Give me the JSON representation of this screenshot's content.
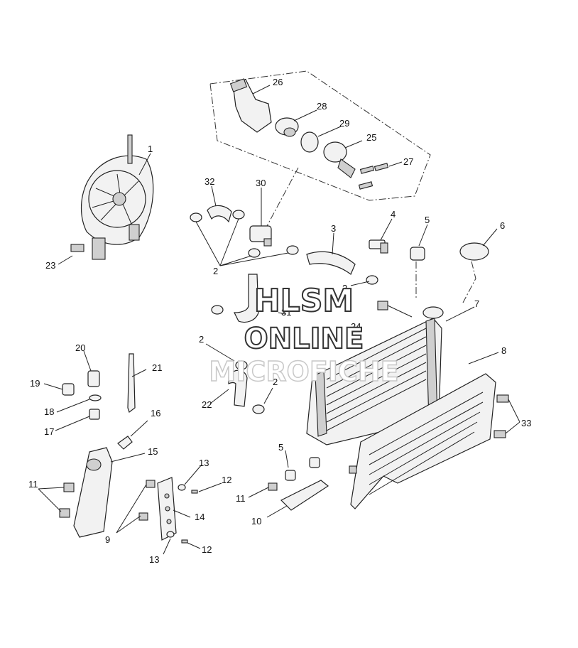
{
  "callouts": [
    {
      "id": "1",
      "text": "1"
    },
    {
      "id": "2a",
      "text": "2"
    },
    {
      "id": "2b",
      "text": "2"
    },
    {
      "id": "2c",
      "text": "2"
    },
    {
      "id": "2d",
      "text": "2"
    },
    {
      "id": "3",
      "text": "3"
    },
    {
      "id": "4",
      "text": "4"
    },
    {
      "id": "5a",
      "text": "5"
    },
    {
      "id": "5b",
      "text": "5"
    },
    {
      "id": "6",
      "text": "6"
    },
    {
      "id": "7",
      "text": "7"
    },
    {
      "id": "8",
      "text": "8"
    },
    {
      "id": "9",
      "text": "9"
    },
    {
      "id": "10",
      "text": "10"
    },
    {
      "id": "11a",
      "text": "11"
    },
    {
      "id": "11b",
      "text": "11"
    },
    {
      "id": "12a",
      "text": "12"
    },
    {
      "id": "12b",
      "text": "12"
    },
    {
      "id": "13a",
      "text": "13"
    },
    {
      "id": "13b",
      "text": "13"
    },
    {
      "id": "14",
      "text": "14"
    },
    {
      "id": "15",
      "text": "15"
    },
    {
      "id": "16",
      "text": "16"
    },
    {
      "id": "17",
      "text": "17"
    },
    {
      "id": "18",
      "text": "18"
    },
    {
      "id": "19",
      "text": "19"
    },
    {
      "id": "20",
      "text": "20"
    },
    {
      "id": "21",
      "text": "21"
    },
    {
      "id": "22",
      "text": "22"
    },
    {
      "id": "23",
      "text": "23"
    },
    {
      "id": "24",
      "text": "24"
    },
    {
      "id": "25",
      "text": "25"
    },
    {
      "id": "26",
      "text": "26"
    },
    {
      "id": "27",
      "text": "27"
    },
    {
      "id": "28",
      "text": "28"
    },
    {
      "id": "29",
      "text": "29"
    },
    {
      "id": "30",
      "text": "30"
    },
    {
      "id": "31",
      "text": "31"
    },
    {
      "id": "32",
      "text": "32"
    },
    {
      "id": "33",
      "text": "33"
    }
  ],
  "watermark": {
    "line1": "HLSM",
    "line2": "ONLINE",
    "line3": "MICROFICHE"
  }
}
